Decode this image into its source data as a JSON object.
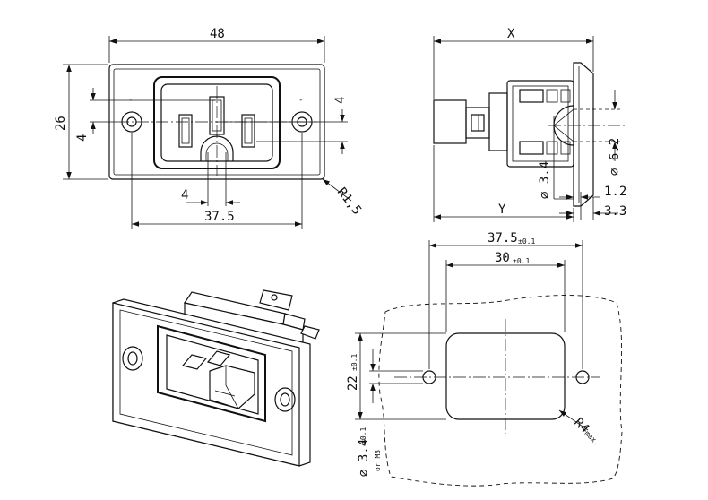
{
  "front_view": {
    "width_label": "48",
    "height_label": "26",
    "offset_left_label": "4",
    "offset_right_label": "4",
    "slot_label": "4",
    "hole_spacing_label": "37.5",
    "radius_label": "R1,5",
    "left_hole_mark": "-",
    "right_hole_mark": "-"
  },
  "side_view": {
    "top_label": "X",
    "bottom_label": "Y",
    "dia_label": "⌀ 6.2",
    "hole_label": "⌀ 3.4",
    "flange_label": "1.2",
    "depth_label": "3.3"
  },
  "cutout": {
    "outer_label": "37.5",
    "outer_tol": "±0.1",
    "inner_label": "30",
    "inner_tol": "±0.1",
    "height_label": "22",
    "height_tol": "±0.1",
    "hole_label": "⌀ 3.4",
    "hole_tol": "±0.1",
    "hole_note": "or M3",
    "radius_label": "R4",
    "radius_note": "max."
  }
}
